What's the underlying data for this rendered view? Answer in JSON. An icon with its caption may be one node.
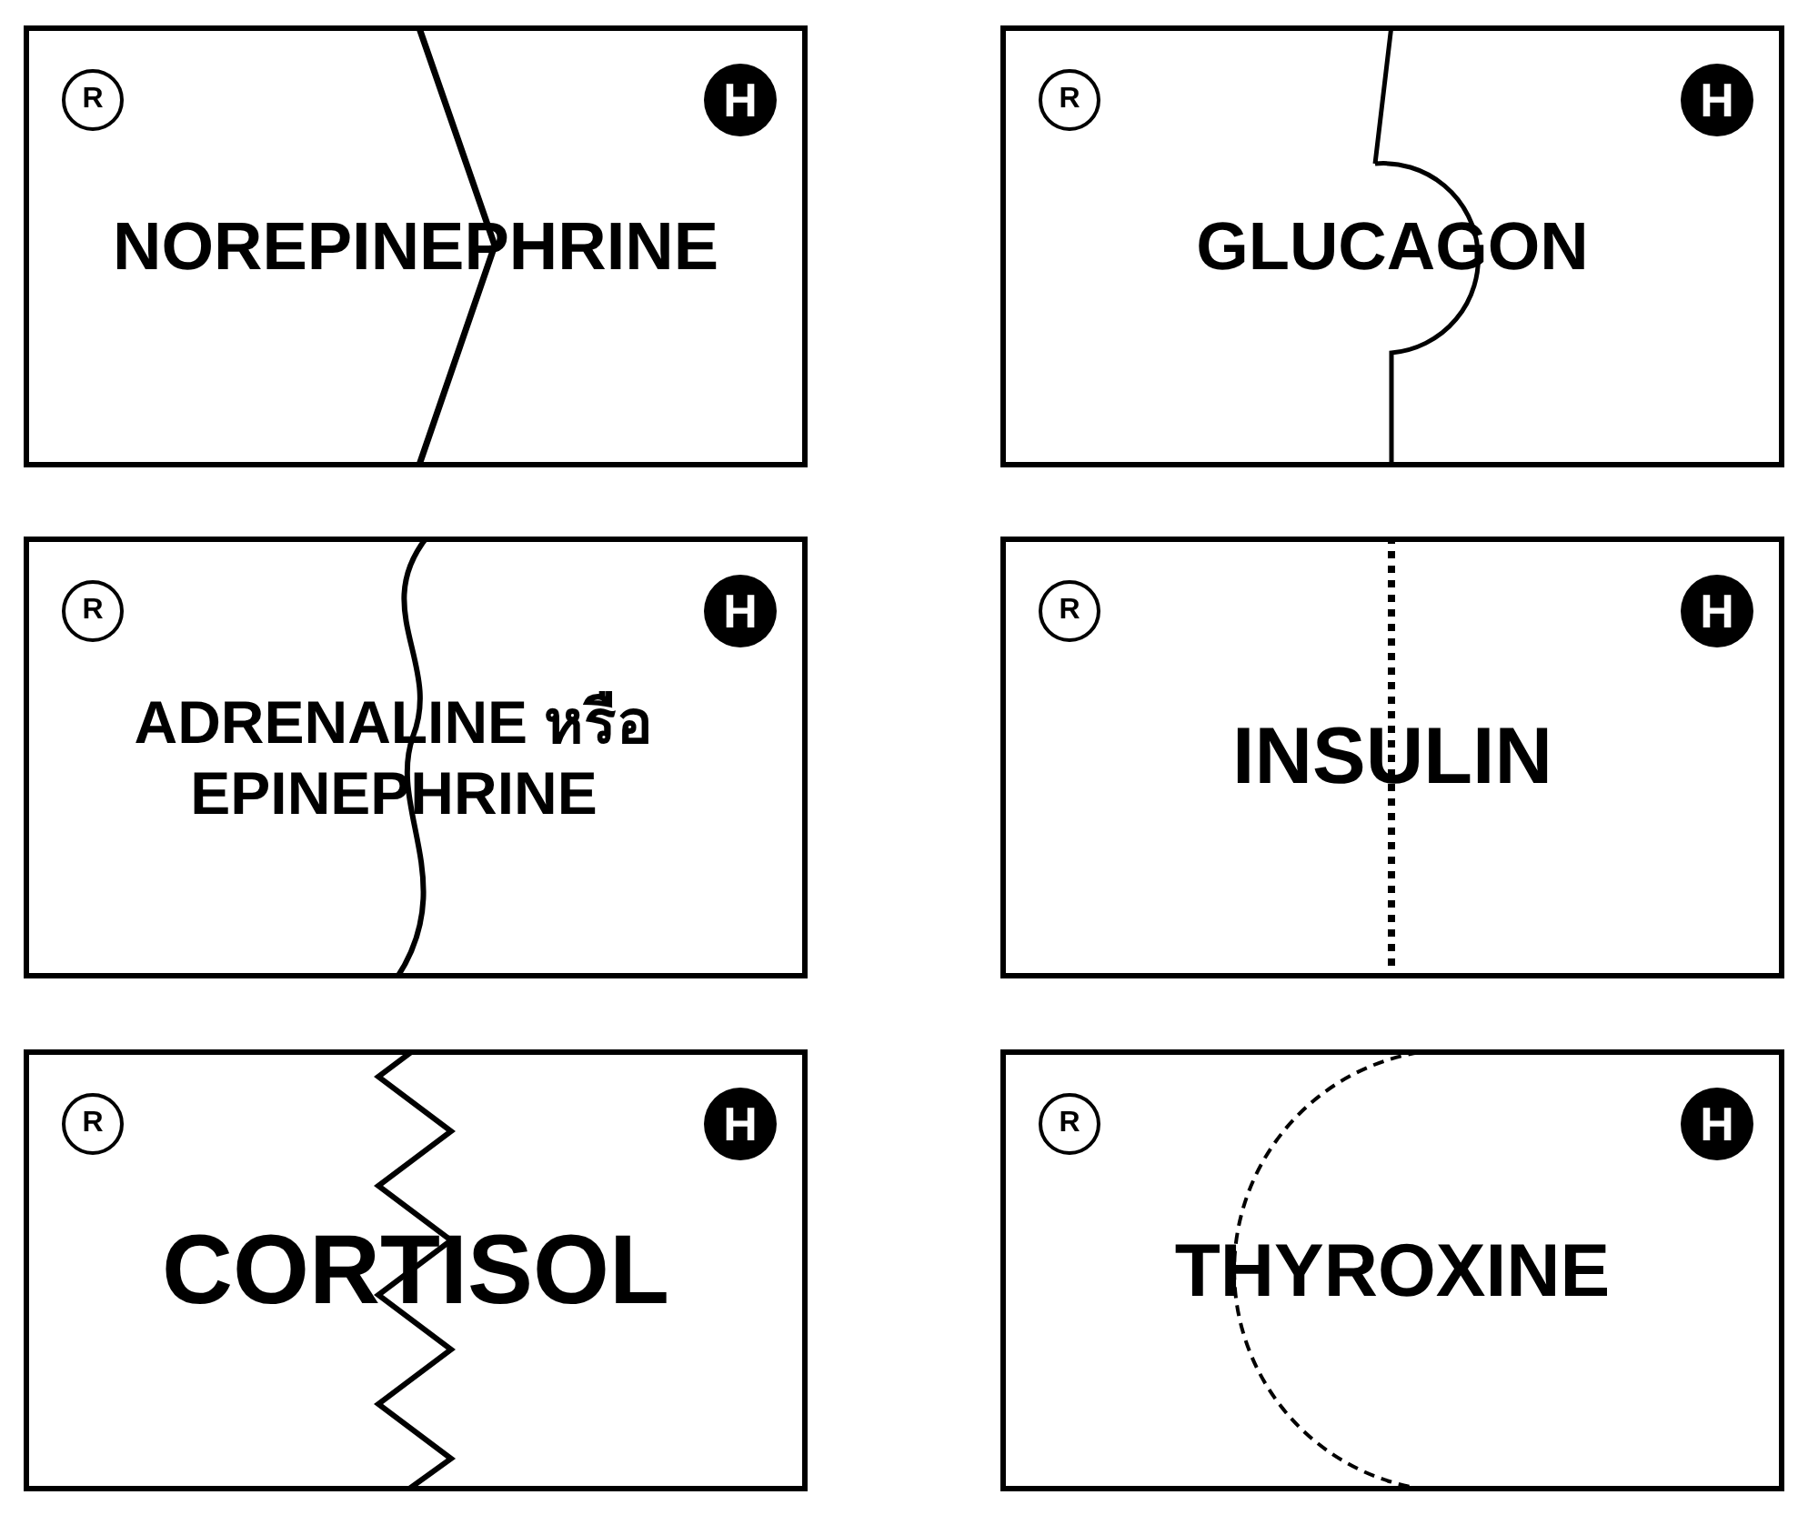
{
  "diagram": {
    "nodes": [
      {
        "text": [
          "NOREPINEPHRINE"
        ]
      },
      {
        "text": [
          "R"
        ],
        "in": 0
      },
      {
        "text": [
          "H"
        ],
        "in": 0
      },
      {
        "text": [
          "GLUCAGON"
        ]
      },
      {
        "text": [
          "R"
        ],
        "in": 3
      },
      {
        "text": [
          "H"
        ],
        "in": 3
      },
      {
        "text": [
          "ADRENALINE หรือ EPINEPHRINE"
        ]
      },
      {
        "text": [
          "R"
        ],
        "in": 6
      },
      {
        "text": [
          "H"
        ],
        "in": 6
      },
      {
        "text": [
          "INSULIN"
        ]
      },
      {
        "text": [
          "R"
        ],
        "in": 9
      },
      {
        "text": [
          "H"
        ],
        "in": 9
      },
      {
        "text": [
          "CORTISOL"
        ]
      },
      {
        "text": [
          "R"
        ],
        "in": 12
      },
      {
        "text": [
          "H"
        ],
        "in": 12
      },
      {
        "text": [
          "THYROXINE"
        ]
      },
      {
        "text": [
          "R"
        ],
        "in": 15
      },
      {
        "text": [
          "H"
        ],
        "in": 15
      }
    ]
  }
}
